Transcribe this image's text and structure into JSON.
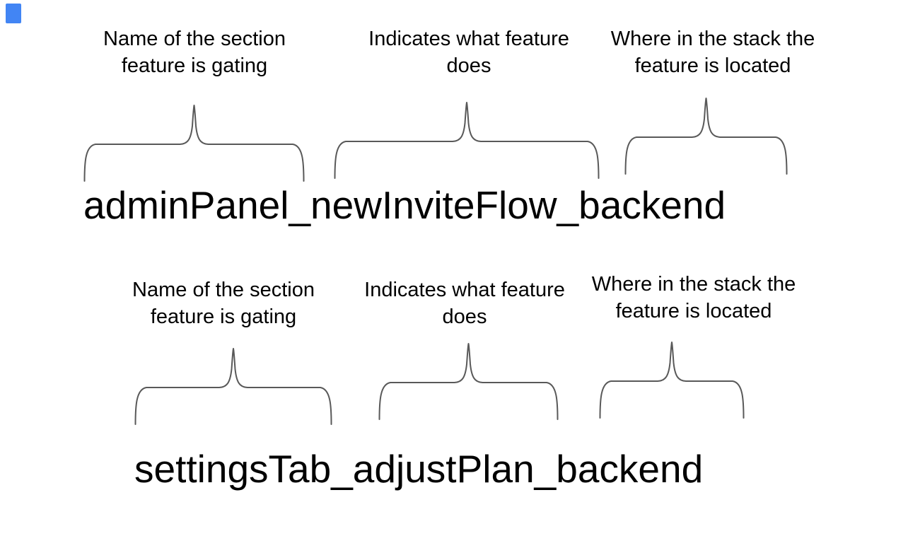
{
  "colors": {
    "background": "#ffffff",
    "text": "#000000",
    "brace": "#595959",
    "corner_marker": "#4285f4"
  },
  "rows": [
    {
      "flag_name": "adminPanel_newInviteFlow_backend",
      "labels": [
        {
          "line1": "Name of the section",
          "line2": "feature is gating"
        },
        {
          "line1": "Indicates what feature",
          "line2": "does"
        },
        {
          "line1": "Where in the stack the",
          "line2": "feature is located"
        }
      ]
    },
    {
      "flag_name": "settingsTab_adjustPlan_backend",
      "labels": [
        {
          "line1": "Name of the section",
          "line2": "feature is gating"
        },
        {
          "line1": "Indicates what feature",
          "line2": "does"
        },
        {
          "line1": "Where in the stack the",
          "line2": "feature is located"
        }
      ]
    }
  ]
}
